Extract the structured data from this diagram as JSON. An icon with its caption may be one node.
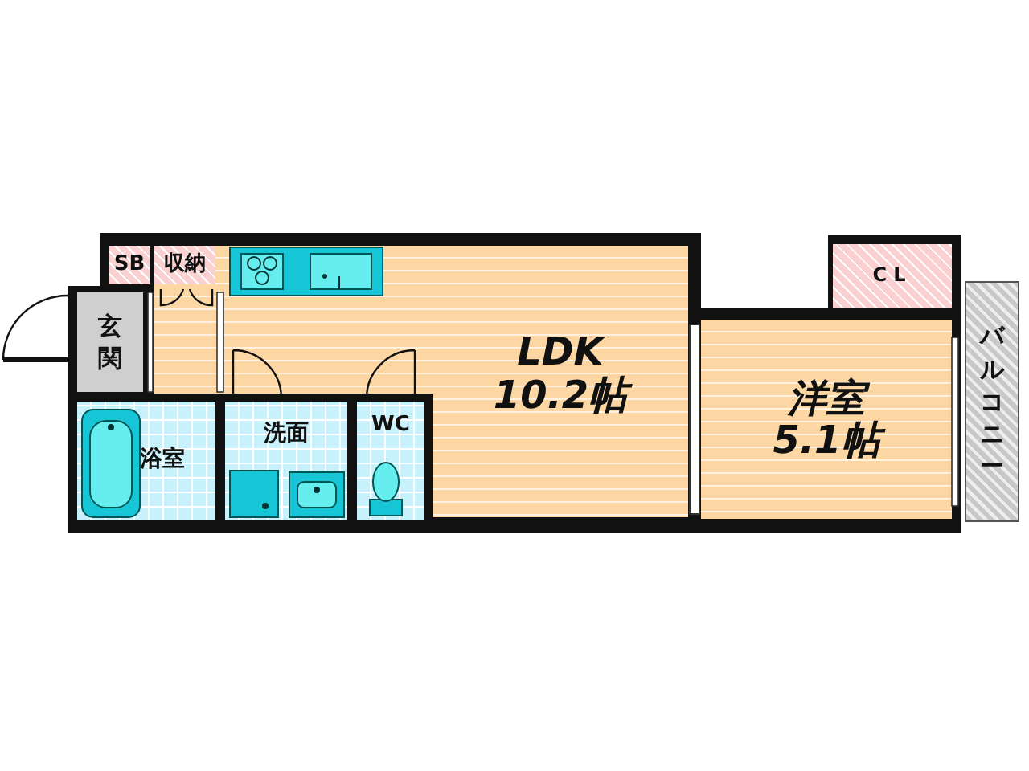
{
  "diagram": {
    "nodes": [
      {
        "text": [
          "SB"
        ]
      },
      {
        "text": [
          "収納"
        ]
      },
      {
        "text": [
          "玄関"
        ]
      },
      {
        "text": [
          "浴室"
        ]
      },
      {
        "text": [
          "洗面"
        ]
      },
      {
        "text": [
          "WC"
        ]
      },
      {
        "text": [
          "LDK",
          "10.2帖"
        ]
      },
      {
        "text": [
          "洋室",
          "5.1帖"
        ]
      },
      {
        "text": [
          "CL"
        ]
      },
      {
        "text": [
          "バルコニー"
        ]
      }
    ]
  }
}
